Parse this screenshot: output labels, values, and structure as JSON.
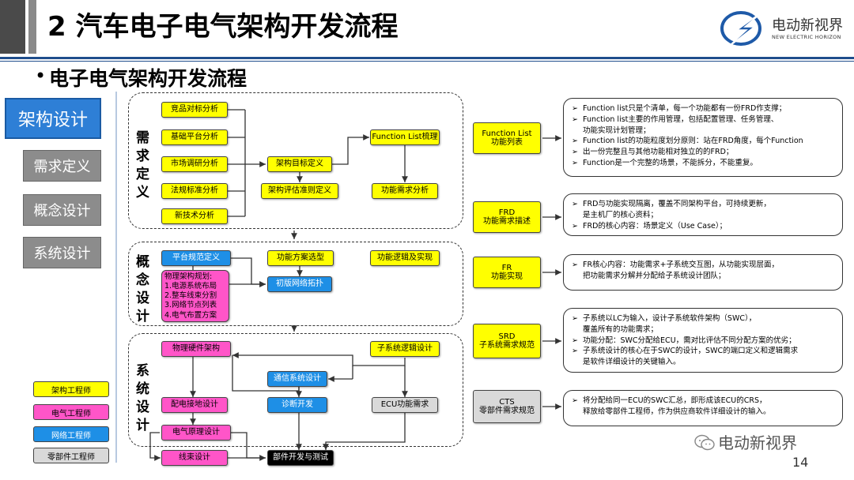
{
  "header": {
    "title": "2 汽车电子电气架构开发流程",
    "subtitle": "电子电气架构开发流程",
    "logo_cn": "电动新视界",
    "logo_en": "NEW ELECTRIC HORIZON"
  },
  "sidebar": {
    "items": [
      {
        "label": "架构设计"
      },
      {
        "label": "需求定义"
      },
      {
        "label": "概念设计"
      },
      {
        "label": "系统设计"
      }
    ]
  },
  "phases": {
    "req": "需求定义",
    "concept": "概念设计",
    "system": "系统设计"
  },
  "nodes": {
    "jingpin": "竞品对标分析",
    "jichu": "基础平台分析",
    "shichang": "市场调研分析",
    "fagui": "法规标准分析",
    "xinjishu": "新技术分析",
    "mubiao": "架构目标定义",
    "pinggu": "架构评估准则定义",
    "fl_shuli": "Function List梳理",
    "gongneng_xuqiu": "功能需求分析",
    "pingtai": "平台规范定义",
    "fangan": "功能方案选型",
    "luoji": "功能逻辑及实现",
    "tuopu": "初版网络拓扑",
    "wuli": [
      "物理架构规划:",
      "1.电源系统布局",
      "2.整车线束分割",
      "3.网络节点列表",
      "4.电气布置方案"
    ],
    "yingjian": "物理硬件架构",
    "zixitong_luoji": "子系统逻辑设计",
    "tongxin": "通信系统设计",
    "peidian": "配电接地设计",
    "zhenduan": "诊断开发",
    "ecu": "ECU功能需求",
    "yuanli": "电气原理设计",
    "xianshu": "线束设计",
    "kaifa": "部件开发与测试"
  },
  "legend": {
    "items": [
      "架构工程师",
      "电气工程师",
      "网络工程师",
      "零部件工程师"
    ]
  },
  "outputs": [
    {
      "line1": "Function List",
      "line2": "功能列表"
    },
    {
      "line1": "FRD",
      "line2": "功能需求描述"
    },
    {
      "line1": "FR",
      "line2": "功能实现"
    },
    {
      "line1": "SRD",
      "line2": "子系统需求规范"
    },
    {
      "line1": "CTS",
      "line2": "零部件需求规范"
    }
  ],
  "notes": {
    "fl": [
      {
        "t": "Function list只是个清单，每一个功能都有一份FRD作支撑；",
        "c": ""
      },
      {
        "t": "Function list主要的作用管理，包括配置管理、任务管理、",
        "c": "功能实现计划管理；"
      },
      {
        "t": "Function list的功能粒度划分原则：站在FRD角度，每个Function",
        "c": ""
      },
      {
        "t": "出一份完整且与其他功能相对独立的的FRD；",
        "c": ""
      },
      {
        "t": "Function是一个完整的场景，不能拆分，不能重复。",
        "c": ""
      }
    ],
    "frd": [
      {
        "t": "FRD与功能实现隔离，覆盖不同架构平台，可持续更新，",
        "c": "是主机厂的核心资料；"
      },
      {
        "t": "FRD的核心内容：场景定义（Use Case）；",
        "c": ""
      }
    ],
    "fr": [
      {
        "t": "FR核心内容：功能需求+子系统交互图，从功能实现层面，",
        "c": "把功能需求分解并分配给子系统设计团队；"
      }
    ],
    "srd": [
      {
        "t": "子系统以LC为输入，设计子系统软件架构（SWC），",
        "c": "覆盖所有的功能需求；"
      },
      {
        "t": "功能分配：SWC分配给ECU，需对比评估不同分配方案的优劣；",
        "c": ""
      },
      {
        "t": "子系统设计的核心在于SWC的设计，SWC的端口定义和逻辑需求",
        "c": "是软件详细设计的关键输入。"
      }
    ],
    "cts": [
      {
        "t": "将分配给同一ECU的SWC汇总，即形成该ECU的CRS，",
        "c": "释放给零部件工程师，作为供应商软件详细设计的输入。"
      }
    ]
  },
  "footer": {
    "watermark": "电动新视界",
    "page": "14"
  },
  "colors": {
    "architect": "#ffff00",
    "electrical": "#ff55c8",
    "network": "#1e8fe6",
    "component": "#d9d9d9",
    "sidebar_active": "#2e7fd6",
    "sidebar_inactive": "#8c8c8c"
  }
}
